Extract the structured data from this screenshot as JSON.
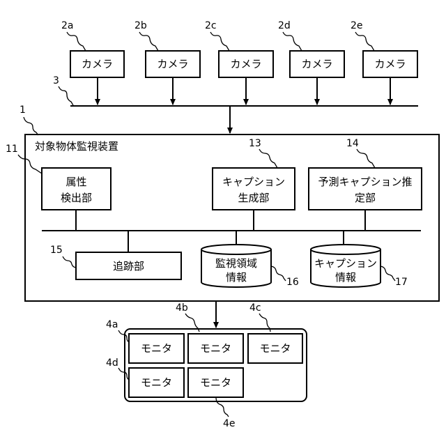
{
  "cameras": [
    {
      "ref": "2a",
      "label": "カメラ"
    },
    {
      "ref": "2b",
      "label": "カメラ"
    },
    {
      "ref": "2c",
      "label": "カメラ"
    },
    {
      "ref": "2d",
      "label": "カメラ"
    },
    {
      "ref": "2e",
      "label": "カメラ"
    }
  ],
  "network": {
    "ref": "3"
  },
  "device": {
    "ref": "1",
    "title": "対象物体監視装置",
    "attribute_detector": {
      "ref": "11",
      "line1": "属性",
      "line2": "検出部"
    },
    "caption_generator": {
      "ref": "13",
      "line1": "キャプション",
      "line2": "生成部"
    },
    "predicted_caption_estimator": {
      "ref": "14",
      "line1": "予測キャプション推",
      "line2": "定部"
    },
    "tracker": {
      "ref": "15",
      "label": "追跡部"
    },
    "monitoring_area_db": {
      "ref": "16",
      "line1": "監視領域",
      "line2": "情報"
    },
    "caption_db": {
      "ref": "17",
      "line1": "キャプション",
      "line2": "情報"
    }
  },
  "monitors": [
    {
      "ref": "4a",
      "label": "モニタ"
    },
    {
      "ref": "4b",
      "label": "モニタ"
    },
    {
      "ref": "4c",
      "label": "モニタ"
    },
    {
      "ref": "4d",
      "label": "モニタ"
    },
    {
      "ref": "4e",
      "label": "モニタ"
    }
  ]
}
